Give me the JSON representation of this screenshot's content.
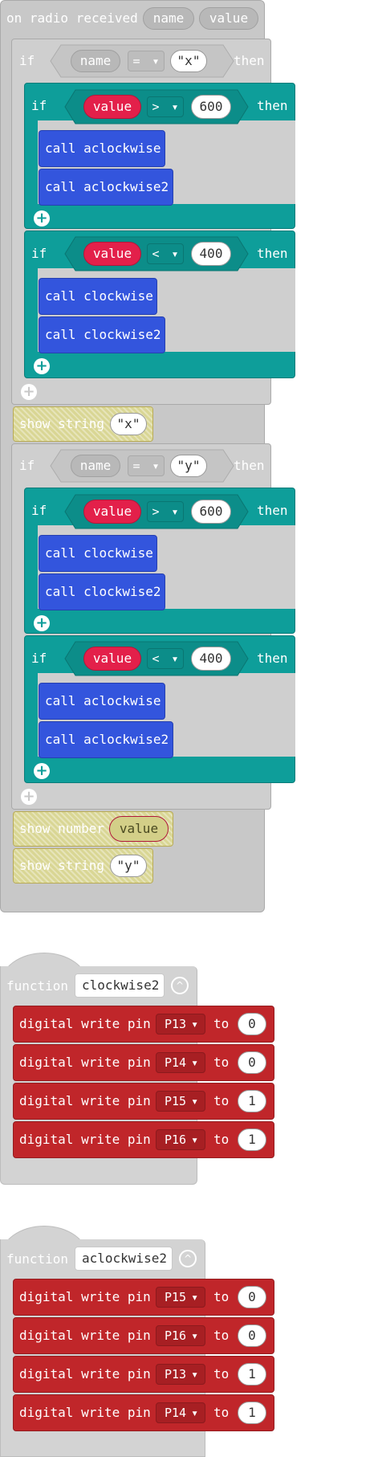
{
  "colors": {
    "grey_block": "#c8c8c8",
    "teal_if": "#0e9e9a",
    "call_blue": "#3355dd",
    "pins_red": "#c0262a",
    "value_pink": "#e3204a",
    "basic_hatch": "#d9d694"
  },
  "event_block": {
    "label": "on radio received",
    "params": [
      "name",
      "value"
    ]
  },
  "common": {
    "if": "if",
    "then": "then",
    "dropdown_arrow": "▾",
    "add_icon": "+",
    "var_value": "value",
    "var_name": "name",
    "call": "call",
    "function": "function",
    "digital_write_pin": "digital write pin",
    "to": "to",
    "collapse_icon": "^"
  },
  "if_x": {
    "operator": "=",
    "value": "\"x\"",
    "inner1": {
      "operator": ">",
      "number": "600",
      "calls": [
        "aclockwise",
        "aclockwise2"
      ]
    },
    "inner2": {
      "operator": "<",
      "number": "400",
      "calls": [
        "clockwise",
        "clockwise2"
      ]
    }
  },
  "show_string_x": {
    "label": "show string",
    "value": "\"x\""
  },
  "if_y": {
    "operator": "=",
    "value": "\"y\"",
    "inner1": {
      "operator": ">",
      "number": "600",
      "calls": [
        "clockwise",
        "clockwise2"
      ]
    },
    "inner2": {
      "operator": "<",
      "number": "400",
      "calls": [
        "aclockwise",
        "aclockwise2"
      ]
    }
  },
  "show_number": {
    "label": "show number",
    "value": "value"
  },
  "show_string_y": {
    "label": "show string",
    "value": "\"y\""
  },
  "functions": [
    {
      "name": "clockwise2",
      "rows": [
        {
          "pin": "P13",
          "value": "0"
        },
        {
          "pin": "P14",
          "value": "0"
        },
        {
          "pin": "P15",
          "value": "1"
        },
        {
          "pin": "P16",
          "value": "1"
        }
      ]
    },
    {
      "name": "aclockwise2",
      "rows": [
        {
          "pin": "P15",
          "value": "0"
        },
        {
          "pin": "P16",
          "value": "0"
        },
        {
          "pin": "P13",
          "value": "1"
        },
        {
          "pin": "P14",
          "value": "1"
        }
      ]
    }
  ]
}
